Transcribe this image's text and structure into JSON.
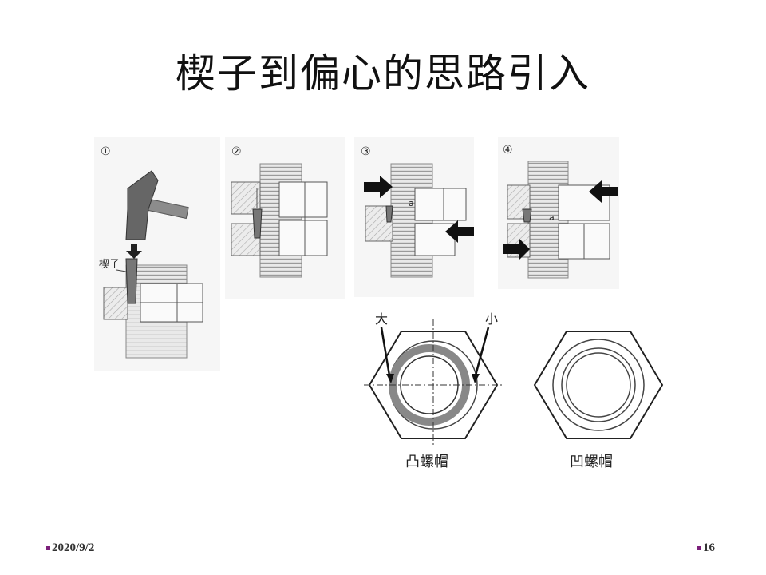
{
  "slide": {
    "title": "楔子到偏心的思路引入",
    "date": "2020/9/2",
    "page_number": "16",
    "bullet_color": "#7b1f7a"
  },
  "figure": {
    "steps": [
      "①",
      "②",
      "③",
      "④"
    ],
    "wedge_label": "楔子",
    "dim_label": "a",
    "big_label": "大",
    "small_label": "小",
    "convex_nut_label": "凸螺帽",
    "concave_nut_label": "凹螺帽"
  }
}
